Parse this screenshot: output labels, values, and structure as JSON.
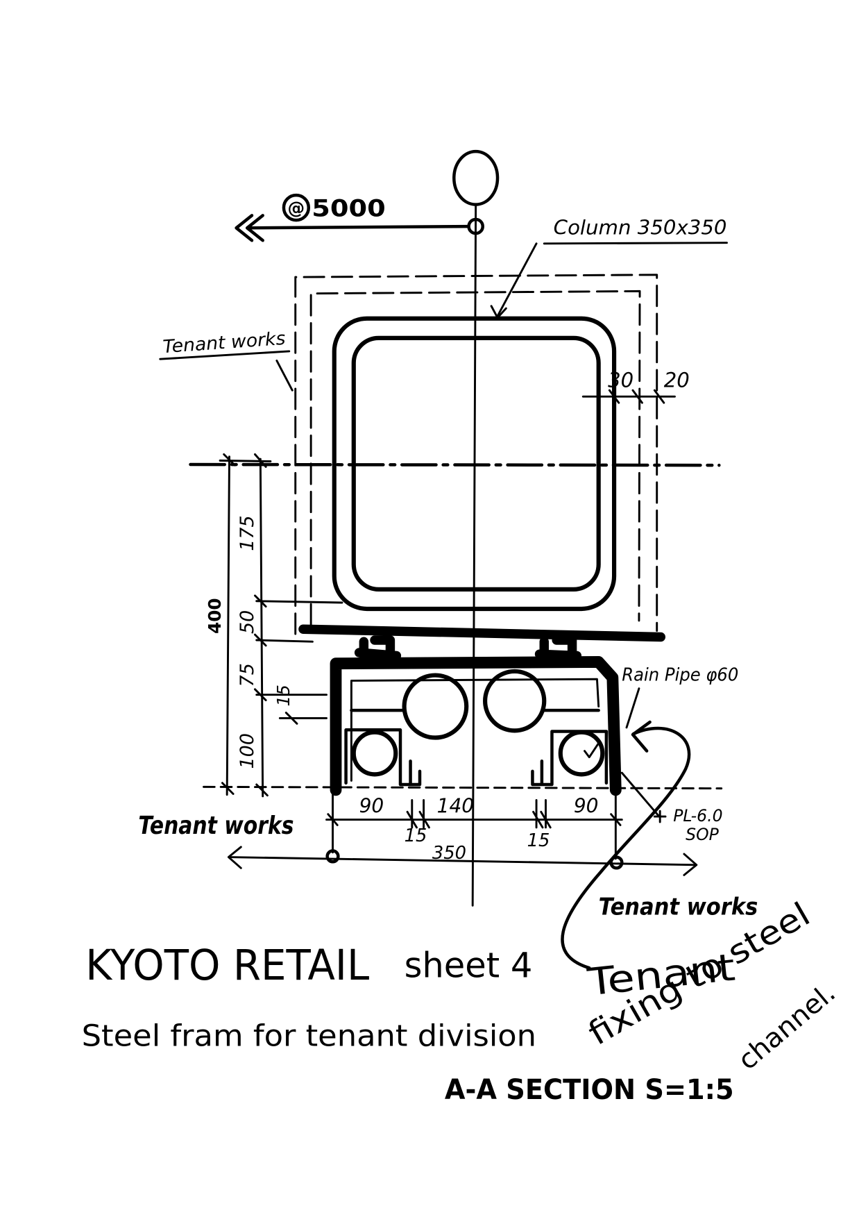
{
  "grid": {
    "spacing_symbol": "@",
    "spacing_value": "5000"
  },
  "callouts": {
    "column": "Column 350x350",
    "tenant_works_upper": "Tenant works",
    "rain_pipe": "Rain Pipe φ60",
    "plate_spec": "PL-6.0",
    "plate_finish": "SOP",
    "tenant_works_left": "Tenant works",
    "tenant_works_right": "Tenant works"
  },
  "dimensions": {
    "column_cover_inner": "30",
    "column_cover_outer": "20",
    "vertical": {
      "total": "400",
      "upper": "175",
      "flange": "50",
      "channel_top": "75",
      "channel_lip": "15",
      "bottom": "100"
    },
    "horizontal": {
      "left_bay": "90",
      "middle": "140",
      "right_bay": "90",
      "left_gap": "15",
      "right_gap": "15",
      "overall": "350"
    }
  },
  "title": {
    "project": "KYOTO RETAIL",
    "sheet": "sheet 4",
    "subtitle": "Steel fram for tenant division",
    "section": "A-A SECTION S=1:5"
  },
  "note": {
    "line1": "Tenant",
    "line2": "fixing to steel",
    "line3": "channel."
  }
}
